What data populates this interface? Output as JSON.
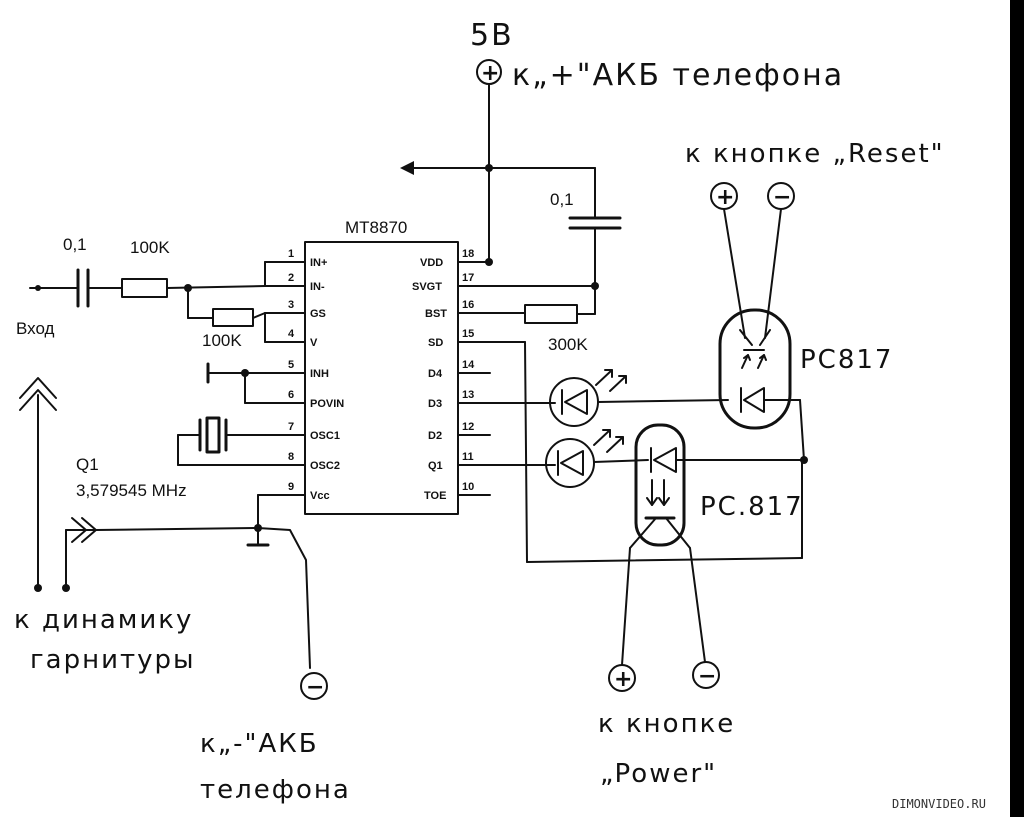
{
  "power": {
    "voltage": "5В",
    "plus_sign": "+",
    "label": "к„+\"АКБ телефона"
  },
  "chip": {
    "name": "MT8870",
    "pins_left": [
      {
        "num": "1",
        "name": "IN+"
      },
      {
        "num": "2",
        "name": "IN-"
      },
      {
        "num": "3",
        "name": "GS"
      },
      {
        "num": "4",
        "name": "V"
      },
      {
        "num": "5",
        "name": "INH"
      },
      {
        "num": "6",
        "name": "POVIN"
      },
      {
        "num": "7",
        "name": "OSC1"
      },
      {
        "num": "8",
        "name": "OSC2"
      },
      {
        "num": "9",
        "name": "Vcc"
      }
    ],
    "pins_right": [
      {
        "num": "18",
        "name": "VDD"
      },
      {
        "num": "17",
        "name": "SVGT"
      },
      {
        "num": "16",
        "name": "BST"
      },
      {
        "num": "15",
        "name": "SD"
      },
      {
        "num": "14",
        "name": "D4"
      },
      {
        "num": "13",
        "name": "D3"
      },
      {
        "num": "12",
        "name": "D2"
      },
      {
        "num": "11",
        "name": "Q1"
      },
      {
        "num": "10",
        "name": "TOE"
      }
    ]
  },
  "components": {
    "c_input": "0,1",
    "r_input": "100K",
    "r_gs": "100K",
    "c_top": "0,1",
    "r_300k": "300K",
    "crystal_name": "Q1",
    "crystal_freq": "3,579545 MHz"
  },
  "input": {
    "label": "Вход",
    "speaker_label_1": "к динамику",
    "speaker_label_2": "гарнитуры"
  },
  "ground": {
    "minus_sign": "−",
    "label_1": "к„-\"АКБ",
    "label_2": "телефона"
  },
  "reset": {
    "label": "к кнопке „Reset\"",
    "plus_sign": "+",
    "minus_sign": "−",
    "optocoupler": "PC817"
  },
  "powerbtn": {
    "label_1": "к кнопке",
    "label_2": "„Power\"",
    "plus_sign": "+",
    "minus_sign": "−",
    "optocoupler": "PC.817"
  },
  "watermark": "DIMONVIDEO.RU"
}
